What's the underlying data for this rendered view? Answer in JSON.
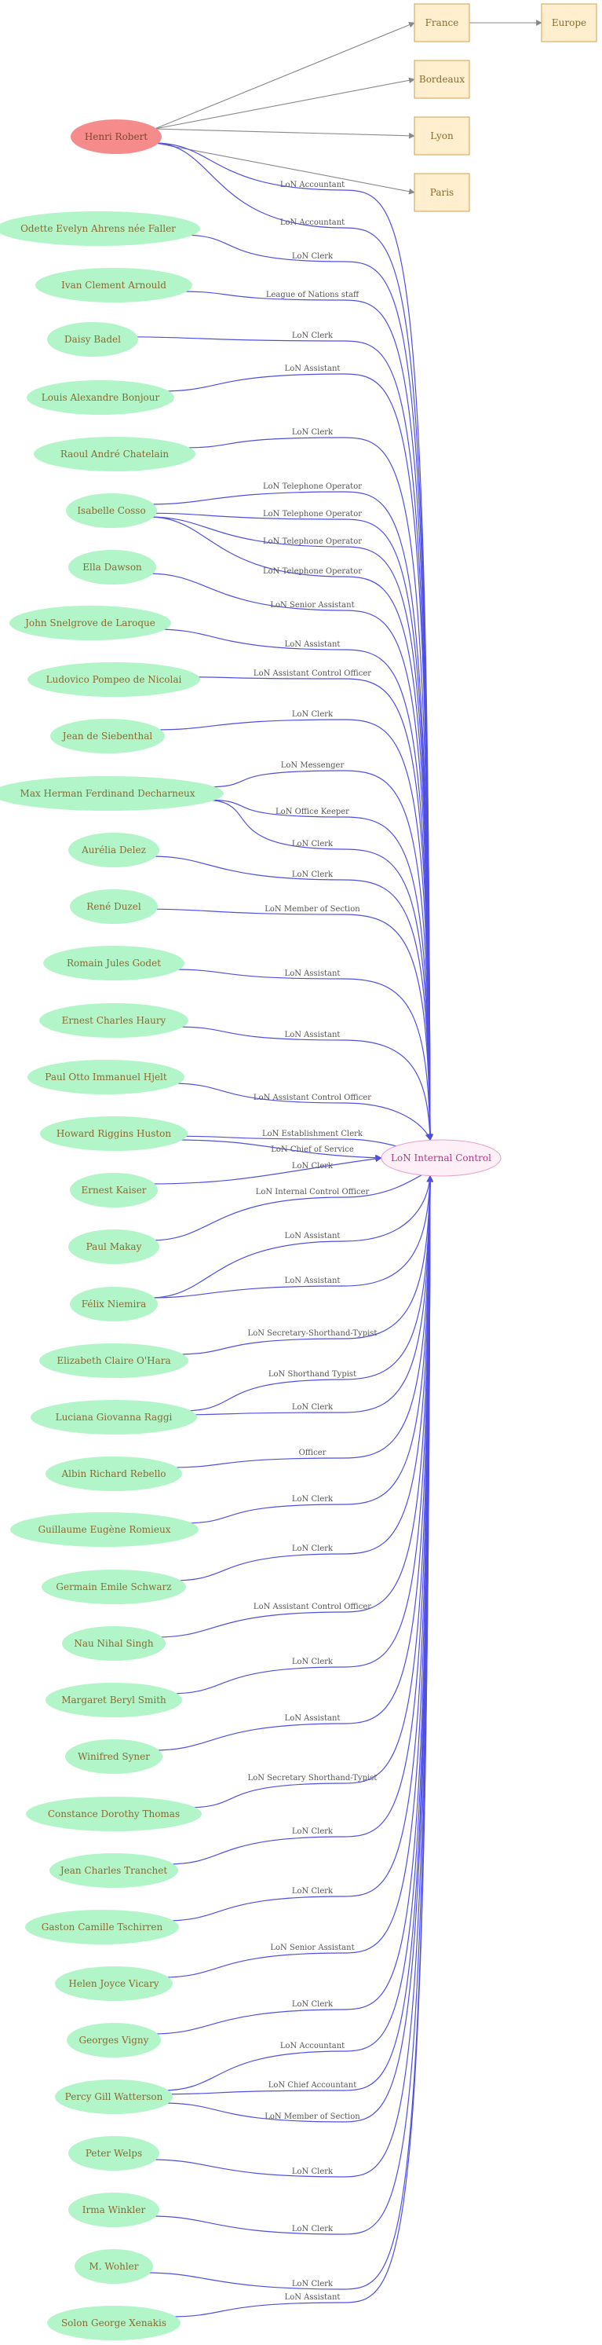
{
  "colors": {
    "person_fill": "#b2f5c9",
    "top_person_fill": "#f58b8b",
    "place_fill": "#ffefcf",
    "place_stroke": "#d8b06a",
    "hub_fill": "#fff0f7",
    "hub_stroke": "#e7a0c8",
    "link_edge": "#4f4fe0",
    "place_edge": "#888888"
  },
  "hub": {
    "id": "hub",
    "label": "LoN Internal Control"
  },
  "places": [
    {
      "id": "france",
      "label": "France"
    },
    {
      "id": "europe",
      "label": "Europe"
    },
    {
      "id": "bordeaux",
      "label": "Bordeaux"
    },
    {
      "id": "lyon",
      "label": "Lyon"
    },
    {
      "id": "paris",
      "label": "Paris"
    }
  ],
  "people": [
    {
      "id": "p0",
      "label": "Henri Robert"
    },
    {
      "id": "p1",
      "label": "Odette Evelyn Ahrens née Faller"
    },
    {
      "id": "p2",
      "label": "Ivan Clement Arnould"
    },
    {
      "id": "p3",
      "label": "Daisy Badel"
    },
    {
      "id": "p4",
      "label": "Louis Alexandre Bonjour"
    },
    {
      "id": "p5",
      "label": "Raoul André Chatelain"
    },
    {
      "id": "p6",
      "label": "Isabelle Cosso"
    },
    {
      "id": "p7",
      "label": "Ella Dawson"
    },
    {
      "id": "p8",
      "label": "John Snelgrove de Laroque"
    },
    {
      "id": "p9",
      "label": "Ludovico Pompeo de Nicolai"
    },
    {
      "id": "p10",
      "label": "Jean de Siebenthal"
    },
    {
      "id": "p11",
      "label": "Max Herman Ferdinand Decharneux"
    },
    {
      "id": "p12",
      "label": "Aurélia Delez"
    },
    {
      "id": "p13",
      "label": "René  Duzel"
    },
    {
      "id": "p14",
      "label": "Romain Jules Godet"
    },
    {
      "id": "p15",
      "label": "Ernest Charles Haury"
    },
    {
      "id": "p16",
      "label": "Paul Otto Immanuel Hjelt"
    },
    {
      "id": "p17",
      "label": "Howard Riggins Huston"
    },
    {
      "id": "p18",
      "label": "Ernest Kaiser"
    },
    {
      "id": "p19",
      "label": "Paul Makay"
    },
    {
      "id": "p20",
      "label": "Félix Niemira"
    },
    {
      "id": "p21",
      "label": "Elizabeth Claire O'Hara"
    },
    {
      "id": "p22",
      "label": "Luciana Giovanna Raggi"
    },
    {
      "id": "p23",
      "label": "Albin Richard Rebello"
    },
    {
      "id": "p24",
      "label": "Guillaume Eugène Romieux"
    },
    {
      "id": "p25",
      "label": "Germain Emile Schwarz"
    },
    {
      "id": "p26",
      "label": "Nau Nihal Singh"
    },
    {
      "id": "p27",
      "label": "Margaret Beryl Smith"
    },
    {
      "id": "p28",
      "label": "Winifred Syner"
    },
    {
      "id": "p29",
      "label": "Constance Dorothy Thomas"
    },
    {
      "id": "p30",
      "label": "Jean Charles Tranchet"
    },
    {
      "id": "p31",
      "label": "Gaston Camille  Tschirren"
    },
    {
      "id": "p32",
      "label": "Helen Joyce Vicary"
    },
    {
      "id": "p33",
      "label": "Georges  Vigny"
    },
    {
      "id": "p34",
      "label": "Percy Gill Watterson"
    },
    {
      "id": "p35",
      "label": "Peter Welps"
    },
    {
      "id": "p36",
      "label": "Irma Winkler"
    },
    {
      "id": "p37",
      "label": "M. Wohler"
    },
    {
      "id": "p38",
      "label": "Solon George Xenakis"
    }
  ],
  "place_edges": [
    {
      "from": "p0",
      "to": "france"
    },
    {
      "from": "p0",
      "to": "bordeaux"
    },
    {
      "from": "p0",
      "to": "lyon"
    },
    {
      "from": "p0",
      "to": "paris"
    },
    {
      "from": "france",
      "to": "europe"
    }
  ],
  "edges": [
    {
      "from": "p0",
      "label": "LoN Accountant"
    },
    {
      "from": "p0",
      "label": "LoN Accountant"
    },
    {
      "from": "p1",
      "label": "LoN Clerk"
    },
    {
      "from": "p2",
      "label": "League of Nations staff"
    },
    {
      "from": "p3",
      "label": "LoN Clerk"
    },
    {
      "from": "p4",
      "label": "LoN Assistant"
    },
    {
      "from": "p5",
      "label": "LoN Clerk"
    },
    {
      "from": "p6",
      "label": "LoN Telephone Operator"
    },
    {
      "from": "p6",
      "label": "LoN Telephone Operator"
    },
    {
      "from": "p6",
      "label": "LoN Telephone Operator"
    },
    {
      "from": "p6",
      "label": "LoN Telephone Operator"
    },
    {
      "from": "p7",
      "label": "LoN Senior Assistant"
    },
    {
      "from": "p8",
      "label": "LoN Assistant"
    },
    {
      "from": "p9",
      "label": "LoN Assistant Control Officer"
    },
    {
      "from": "p10",
      "label": "LoN Clerk"
    },
    {
      "from": "p11",
      "label": "LoN Messenger"
    },
    {
      "from": "p11",
      "label": "LoN Office Keeper"
    },
    {
      "from": "p11",
      "label": "LoN Clerk"
    },
    {
      "from": "p12",
      "label": "LoN Clerk"
    },
    {
      "from": "p13",
      "label": "LoN Member of Section"
    },
    {
      "from": "p14",
      "label": "LoN Assistant"
    },
    {
      "from": "p15",
      "label": "LoN Assistant"
    },
    {
      "from": "p16",
      "label": "LoN Assistant Control Officer"
    },
    {
      "from": "p17",
      "label": "LoN Establishment Clerk"
    },
    {
      "from": "p17",
      "label": "LoN Chief of Service"
    },
    {
      "from": "p18",
      "label": "LoN Clerk"
    },
    {
      "from": "p19",
      "label": "LoN Internal Control Officer"
    },
    {
      "from": "p20",
      "label": "LoN Assistant"
    },
    {
      "from": "p20",
      "label": "LoN Assistant"
    },
    {
      "from": "p21",
      "label": "LoN Secretary-Shorthand-Typist"
    },
    {
      "from": "p22",
      "label": "LoN Shorthand Typist"
    },
    {
      "from": "p22",
      "label": "LoN Clerk"
    },
    {
      "from": "p23",
      "label": "Officer"
    },
    {
      "from": "p24",
      "label": "LoN Clerk"
    },
    {
      "from": "p25",
      "label": "LoN Clerk"
    },
    {
      "from": "p26",
      "label": "LoN Assistant Control Officer"
    },
    {
      "from": "p27",
      "label": "LoN Clerk"
    },
    {
      "from": "p28",
      "label": "LoN Assistant"
    },
    {
      "from": "p29",
      "label": "LoN Secretary Shorthand-Typist"
    },
    {
      "from": "p30",
      "label": "LoN Clerk"
    },
    {
      "from": "p31",
      "label": "LoN Clerk"
    },
    {
      "from": "p32",
      "label": "LoN Senior Assistant"
    },
    {
      "from": "p33",
      "label": "LoN Clerk"
    },
    {
      "from": "p34",
      "label": "LoN Accountant"
    },
    {
      "from": "p34",
      "label": "LoN Chief Accountant"
    },
    {
      "from": "p34",
      "label": "LoN Member of Section"
    },
    {
      "from": "p35",
      "label": "LoN Clerk"
    },
    {
      "from": "p36",
      "label": "LoN Clerk"
    },
    {
      "from": "p37",
      "label": "LoN Clerk"
    },
    {
      "from": "p38",
      "label": "LoN Assistant"
    }
  ]
}
